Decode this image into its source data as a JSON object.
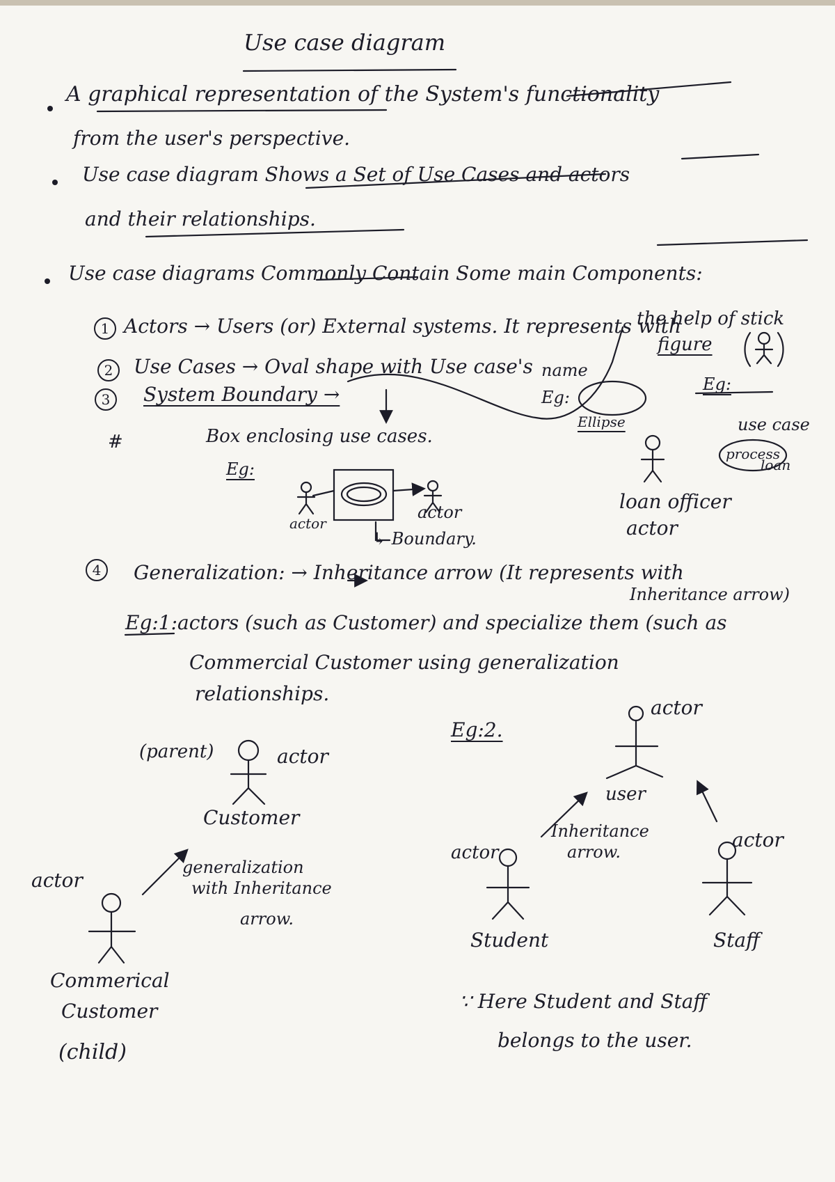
{
  "title": "Use case diagram",
  "bullets": {
    "b1_line1": "A graphical representation of the System's functionality",
    "b1_line2": "from the user's perspective.",
    "b2_line1": "Use case diagram Shows a Set of Use Cases and actors",
    "b2_line2": "and their relationships.",
    "b3_line1": "Use case diagrams Commonly Contain Some main Components:"
  },
  "components": {
    "c1_num": "1",
    "c1_text": "Actors → Users (or) External systems. It represents with",
    "c1_note1": "the help of stick",
    "c1_note2": "figure",
    "c2_num": "2",
    "c2_text": "Use Cases → Oval shape with Use case's",
    "c2_name": "name",
    "c2_eg": "Eg:",
    "c2_ellipse": "Ellipse",
    "c3_num": "3",
    "c3_text": "System Boundary →",
    "c3_desc": "Box enclosing use cases.",
    "c3_eg": "Eg:",
    "c3_actor_left": "actor",
    "c3_actor_right": "actor",
    "c3_boundary": "↳ Boundary.",
    "eg_right": "Eg:",
    "eg_usecase": "use case",
    "eg_process1": "process",
    "eg_process2": "loan",
    "eg_loan_officer": "loan officer",
    "eg_actor": "actor",
    "hash": "#"
  },
  "generalization": {
    "num": "4",
    "line1": "Generalization: → Inheritance arrow (It represents with",
    "line1b": "Inheritance arrow)",
    "line2": "Eg:1:actors (such as Customer) and specialize them (such as",
    "line3": "Commercial Customer using generalization",
    "line4": "relationships."
  },
  "example1": {
    "parent": "(parent)",
    "actor_top": "actor",
    "customer": "Customer",
    "gen_note1": "generalization",
    "gen_note2": "with Inheritance",
    "gen_note3": "arrow.",
    "actor_left": "actor",
    "commercial1": "Commerical",
    "commercial2": "Customer",
    "child": "(child)"
  },
  "example2": {
    "label": "Eg:2.",
    "actor_top": "actor",
    "user": "user",
    "inherit1": "Inheritance",
    "inherit2": "arrow.",
    "actor_student": "actor",
    "actor_staff": "actor",
    "student": "Student",
    "staff": "Staff",
    "note1": "∵ Here Student and Staff",
    "note2": "belongs to the user."
  }
}
